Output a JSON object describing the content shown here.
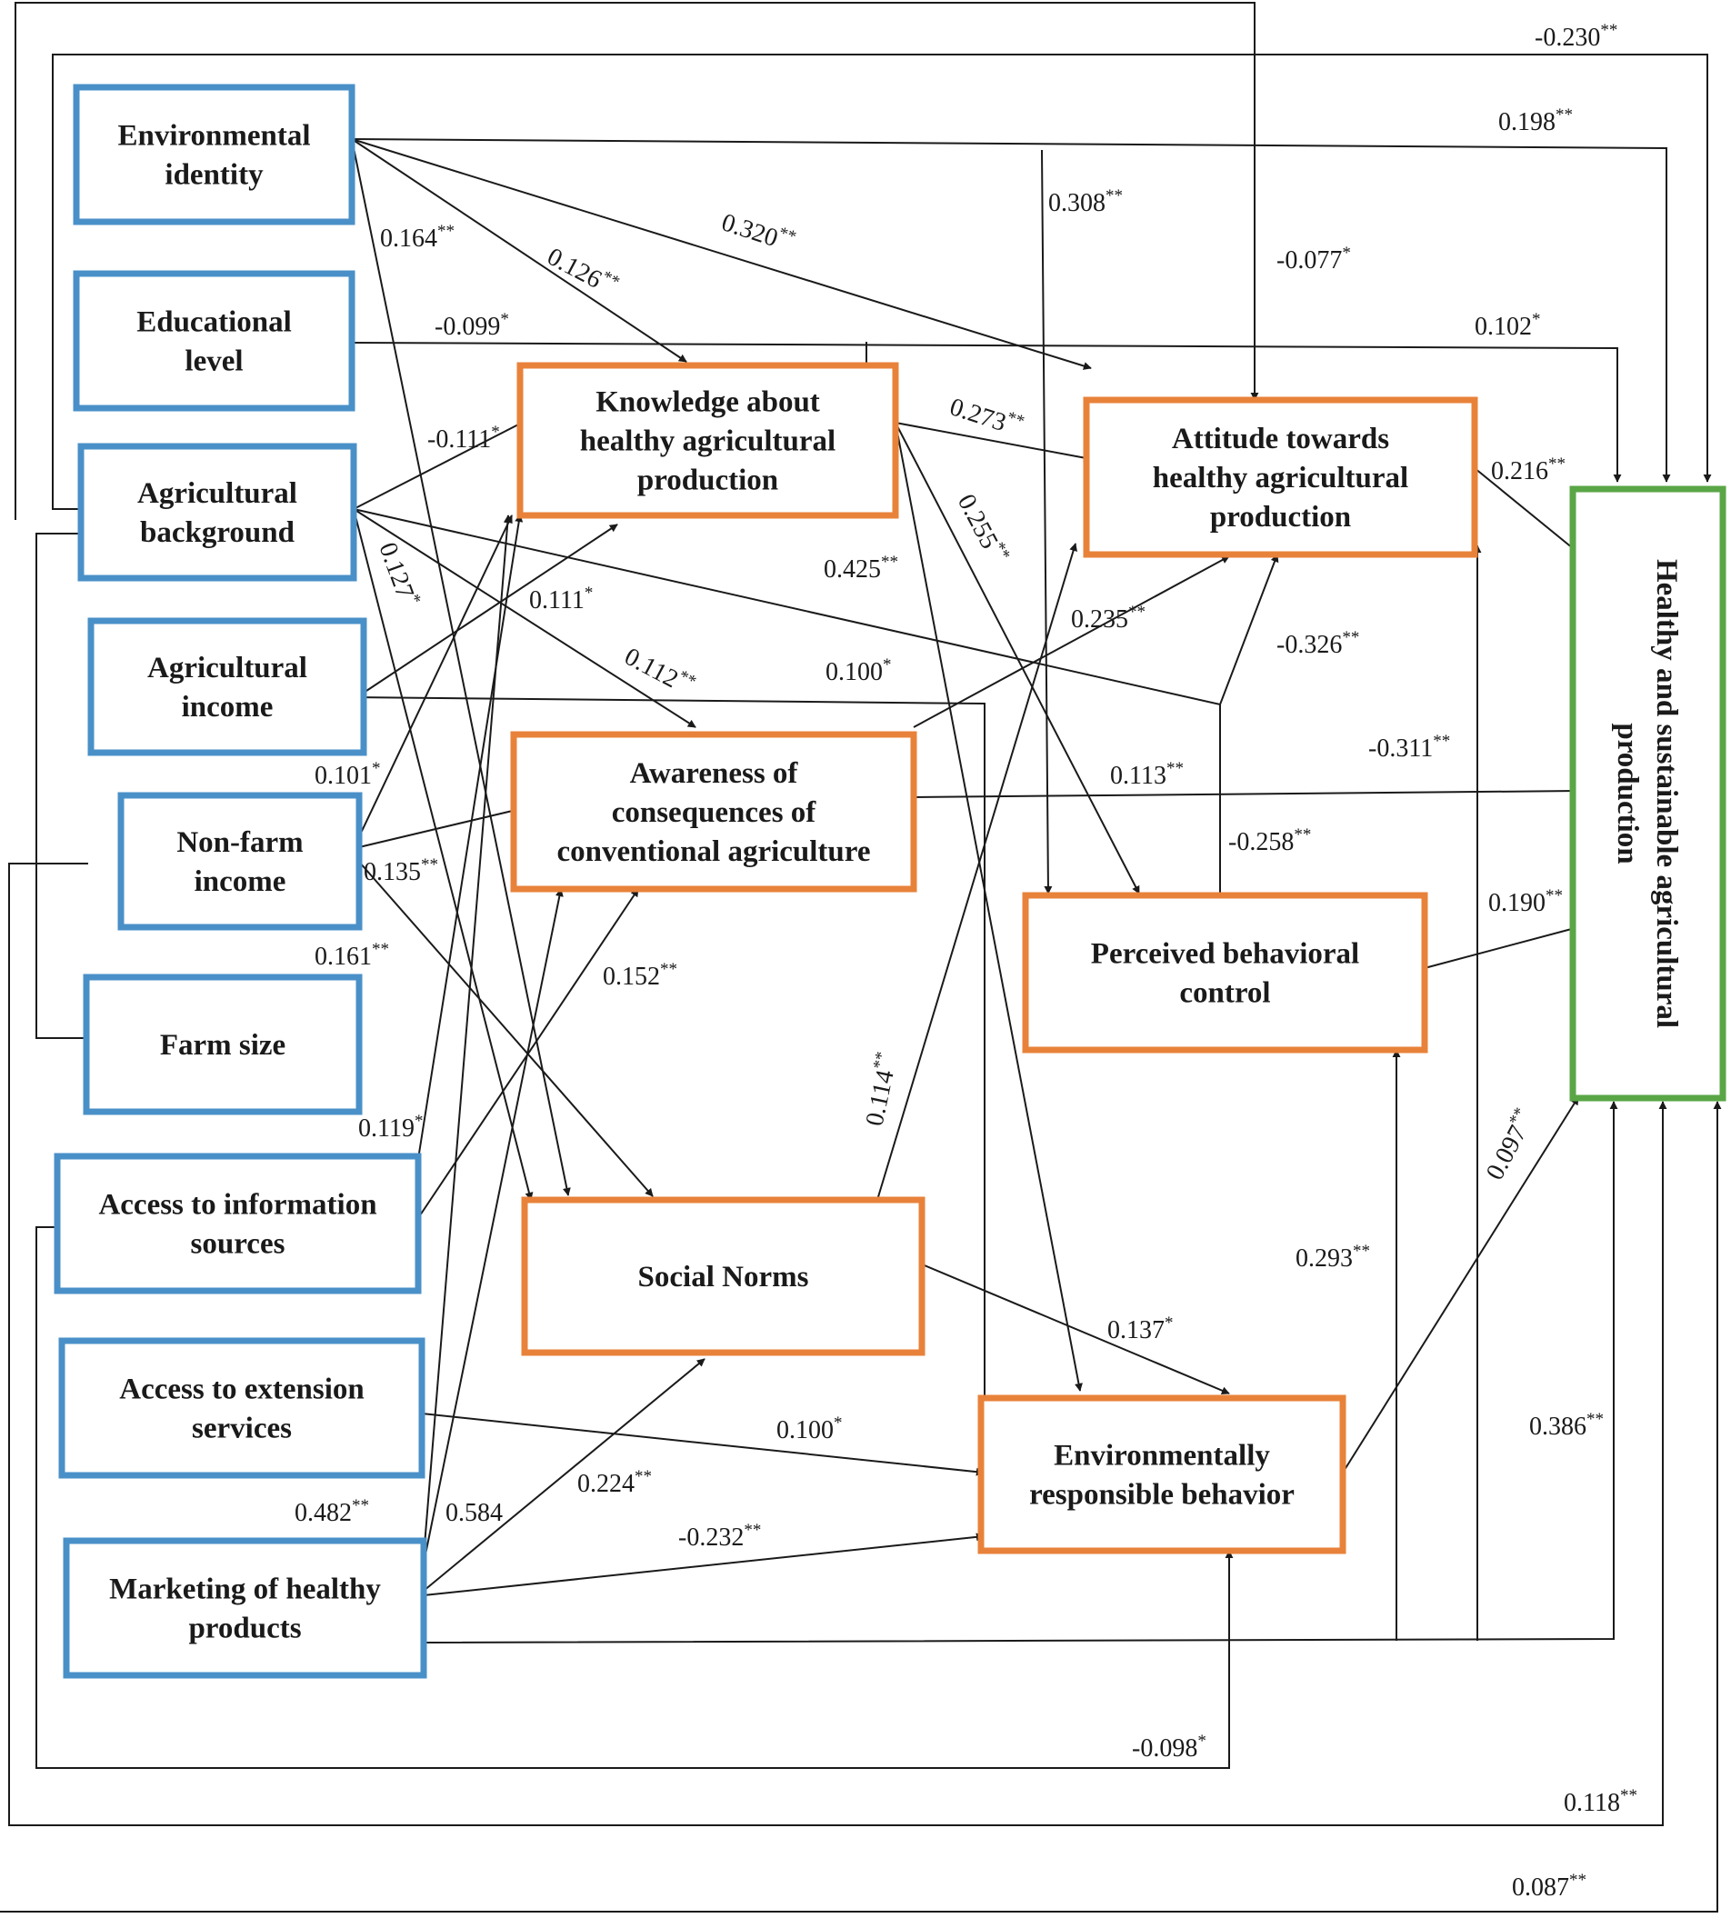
{
  "nodes": {
    "env_identity": {
      "lines": [
        "Environmental",
        "identity"
      ],
      "color": "#4a90c8"
    },
    "education": {
      "lines": [
        "Educational",
        "level"
      ],
      "color": "#4a90c8"
    },
    "ag_background": {
      "lines": [
        "Agricultural",
        "background"
      ],
      "color": "#4a90c8"
    },
    "ag_income": {
      "lines": [
        "Agricultural",
        "income"
      ],
      "color": "#4a90c8"
    },
    "nonfarm_income": {
      "lines": [
        "Non-farm",
        "income"
      ],
      "color": "#4a90c8"
    },
    "farm_size": {
      "lines": [
        "Farm size"
      ],
      "color": "#4a90c8"
    },
    "info_access": {
      "lines": [
        "Access to information",
        "sources"
      ],
      "color": "#4a90c8"
    },
    "extension_access": {
      "lines": [
        "Access to extension",
        "services"
      ],
      "color": "#4a90c8"
    },
    "marketing": {
      "lines": [
        "Marketing of healthy",
        "products"
      ],
      "color": "#4a90c8"
    },
    "knowledge": {
      "lines": [
        "Knowledge about",
        "healthy agricultural",
        "production"
      ],
      "color": "#e8823a"
    },
    "awareness": {
      "lines": [
        "Awareness of",
        "consequences of",
        "conventional agriculture"
      ],
      "color": "#e8823a"
    },
    "social_norms": {
      "lines": [
        "Social Norms"
      ],
      "color": "#e8823a"
    },
    "attitude": {
      "lines": [
        "Attitude towards",
        "healthy agricultural",
        "production"
      ],
      "color": "#e8823a"
    },
    "pbc": {
      "lines": [
        "Perceived behavioral",
        "control"
      ],
      "color": "#e8823a"
    },
    "erb": {
      "lines": [
        "Environmentally",
        "responsible behavior"
      ],
      "color": "#e8823a"
    },
    "outcome": {
      "lines": [
        "Healthy and sustainable agricultural",
        "production"
      ],
      "color": "#5aa646"
    }
  },
  "coefficients": [
    {
      "value": "-0.230",
      "sig": "**"
    },
    {
      "value": "0.198",
      "sig": "**"
    },
    {
      "value": "0.164",
      "sig": "**"
    },
    {
      "value": "0.126",
      "sig": "**"
    },
    {
      "value": "0.320",
      "sig": "**"
    },
    {
      "value": "0.308",
      "sig": "**"
    },
    {
      "value": "-0.077",
      "sig": "*"
    },
    {
      "value": "-0.099",
      "sig": "*"
    },
    {
      "value": "0.102",
      "sig": "*"
    },
    {
      "value": "-0.111",
      "sig": "*"
    },
    {
      "value": "0.273",
      "sig": "**"
    },
    {
      "value": "0.216",
      "sig": "**"
    },
    {
      "value": "0.127",
      "sig": "*"
    },
    {
      "value": "0.111",
      "sig": "*"
    },
    {
      "value": "0.425",
      "sig": "**"
    },
    {
      "value": "0.255",
      "sig": "**"
    },
    {
      "value": "0.235",
      "sig": "**"
    },
    {
      "value": "-0.326",
      "sig": "**"
    },
    {
      "value": "0.112",
      "sig": "**"
    },
    {
      "value": "0.100",
      "sig": "*"
    },
    {
      "value": "-0.311",
      "sig": "**"
    },
    {
      "value": "0.101",
      "sig": "*"
    },
    {
      "value": "0.113",
      "sig": "**"
    },
    {
      "value": "0.135",
      "sig": "**"
    },
    {
      "value": "-0.258",
      "sig": "**"
    },
    {
      "value": "0.190",
      "sig": "**"
    },
    {
      "value": "0.161",
      "sig": "**"
    },
    {
      "value": "0.152",
      "sig": "**"
    },
    {
      "value": "0.114",
      "sig": "**"
    },
    {
      "value": "0.119",
      "sig": "*"
    },
    {
      "value": "0.097",
      "sig": "**"
    },
    {
      "value": "0.293",
      "sig": "**"
    },
    {
      "value": "0.137",
      "sig": "*"
    },
    {
      "value": "0.386",
      "sig": "**"
    },
    {
      "value": "0.100",
      "sig": "*"
    },
    {
      "value": "0.482",
      "sig": "**"
    },
    {
      "value": "0.584",
      "sig": ""
    },
    {
      "value": "0.224",
      "sig": "**"
    },
    {
      "value": "-0.232",
      "sig": "**"
    },
    {
      "value": "-0.098",
      "sig": "*"
    },
    {
      "value": "0.118",
      "sig": "**"
    },
    {
      "value": "0.087",
      "sig": "**"
    }
  ]
}
